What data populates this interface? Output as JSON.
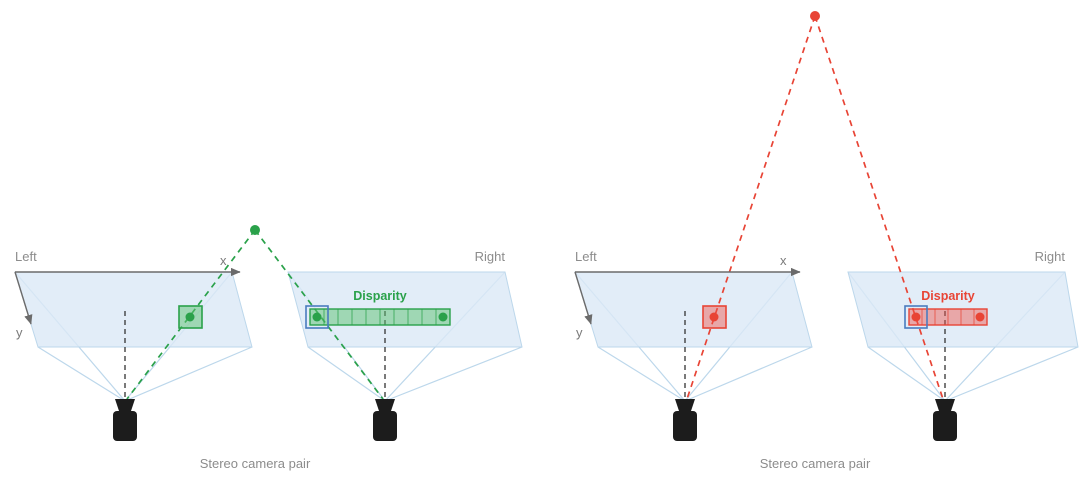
{
  "colors": {
    "plane_fill": "#dbe9f6",
    "frustum": "#bcd7eb",
    "axis": "#6b6b6b",
    "label": "#8c8c8c",
    "green": "#2aa14a",
    "green_fill": "rgba(91,194,111,0.5)",
    "red": "#e84435",
    "red_fill": "rgba(239,83,70,0.45)",
    "match_box": "#4a7bbf",
    "ink": "#1c1c1c"
  },
  "panels": [
    {
      "left_label": "Left",
      "right_label": "Right",
      "x_label": "x",
      "y_label": "y",
      "disparity_label": "Disparity",
      "caption": "Stereo camera pair"
    },
    {
      "left_label": "Left",
      "right_label": "Right",
      "x_label": "x",
      "y_label": "y",
      "disparity_label": "Disparity",
      "caption": "Stereo camera pair"
    }
  ]
}
